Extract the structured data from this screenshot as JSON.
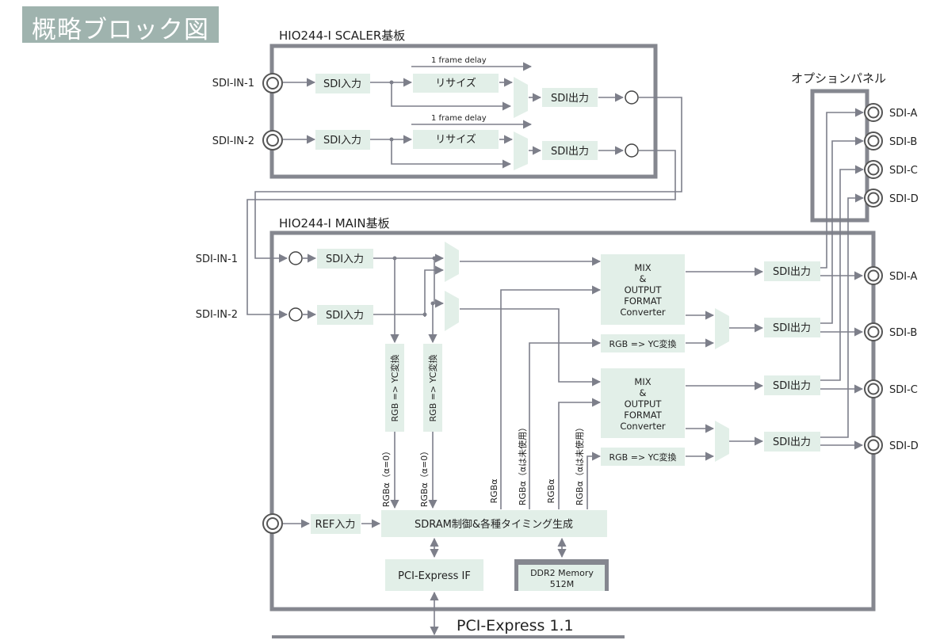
{
  "header": {
    "title": "概略ブロック図"
  },
  "scaler": {
    "board_label": "HIO244-I  SCALER基板",
    "in1": "SDI-IN-1",
    "in2": "SDI-IN-2",
    "sdi_in": "SDI入力",
    "resize": "リサイズ",
    "delay": "1 frame delay",
    "sdi_out": "SDI出力"
  },
  "option": {
    "label": "オプションパネル",
    "ports": [
      "SDI-A",
      "SDI-B",
      "SDI-C",
      "SDI-D"
    ]
  },
  "main": {
    "board_label": "HIO244-I  MAIN基板",
    "in1": "SDI-IN-1",
    "in2": "SDI-IN-2",
    "sdi_in": "SDI入力",
    "rgb_yc_v": "RGB => YC変換",
    "rgb_yc_h": "RGB => YC変換",
    "mix_lines": [
      "MIX",
      "&",
      "OUTPUT",
      "FORMAT",
      "Converter"
    ],
    "sdi_out": "SDI出力",
    "out_ports": [
      "SDI-A",
      "SDI-B",
      "SDI-C",
      "SDI-D"
    ],
    "alpha0": "RGBα（α=0）",
    "rgba": "RGBα",
    "rgba_unused": "RGBα（αは未使用）",
    "ref_in": "REF入力",
    "sdram": "SDRAM制御&各種タイミング生成",
    "pcie_if": "PCI-Express IF",
    "ddr_line1": "DDR2 Memory",
    "ddr_line2": "512M",
    "bus": "PCI-Express 1.1"
  },
  "colors": {
    "block": "#e2efe8",
    "line": "#7d7f8a",
    "frame": "#85878f",
    "title_bg": "#9fb3ae"
  }
}
